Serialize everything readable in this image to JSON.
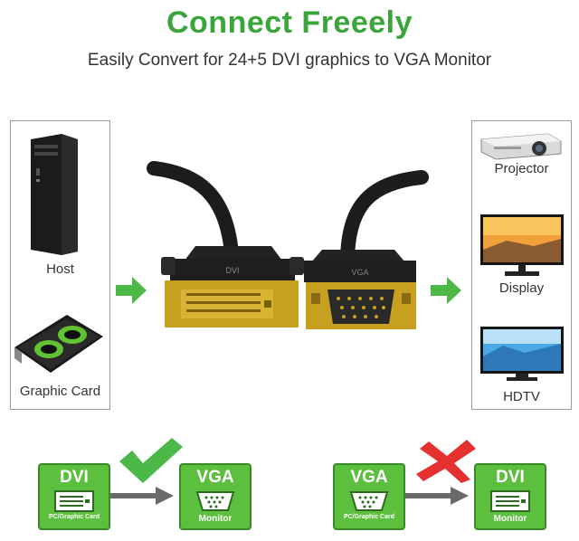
{
  "header": {
    "title": "Connect Freeely",
    "subtitle": "Easily Convert for 24+5 DVI graphics to VGA Monitor"
  },
  "left_panel": {
    "host_label": "Host",
    "graphic_card_label": "Graphic Card"
  },
  "right_panel": {
    "projector_label": "Projector",
    "display_label": "Display",
    "hdtv_label": "HDTV"
  },
  "connectors": {
    "dvi_text": "DVI",
    "vga_text": "VGA"
  },
  "diagram_left": {
    "source_title": "DVI",
    "source_caption": "PC/Graphic Card",
    "target_title": "VGA",
    "target_caption": "Monitor",
    "status": "check"
  },
  "diagram_right": {
    "source_title": "VGA",
    "source_caption": "PC/Graphic Card",
    "target_title": "DVI",
    "target_caption": "Monitor",
    "status": "cross"
  },
  "colors": {
    "accent_green": "#3aa53a",
    "badge_green": "#5cbf3e",
    "cross_red": "#e53030",
    "arrow_gray": "#6a6a6a"
  }
}
